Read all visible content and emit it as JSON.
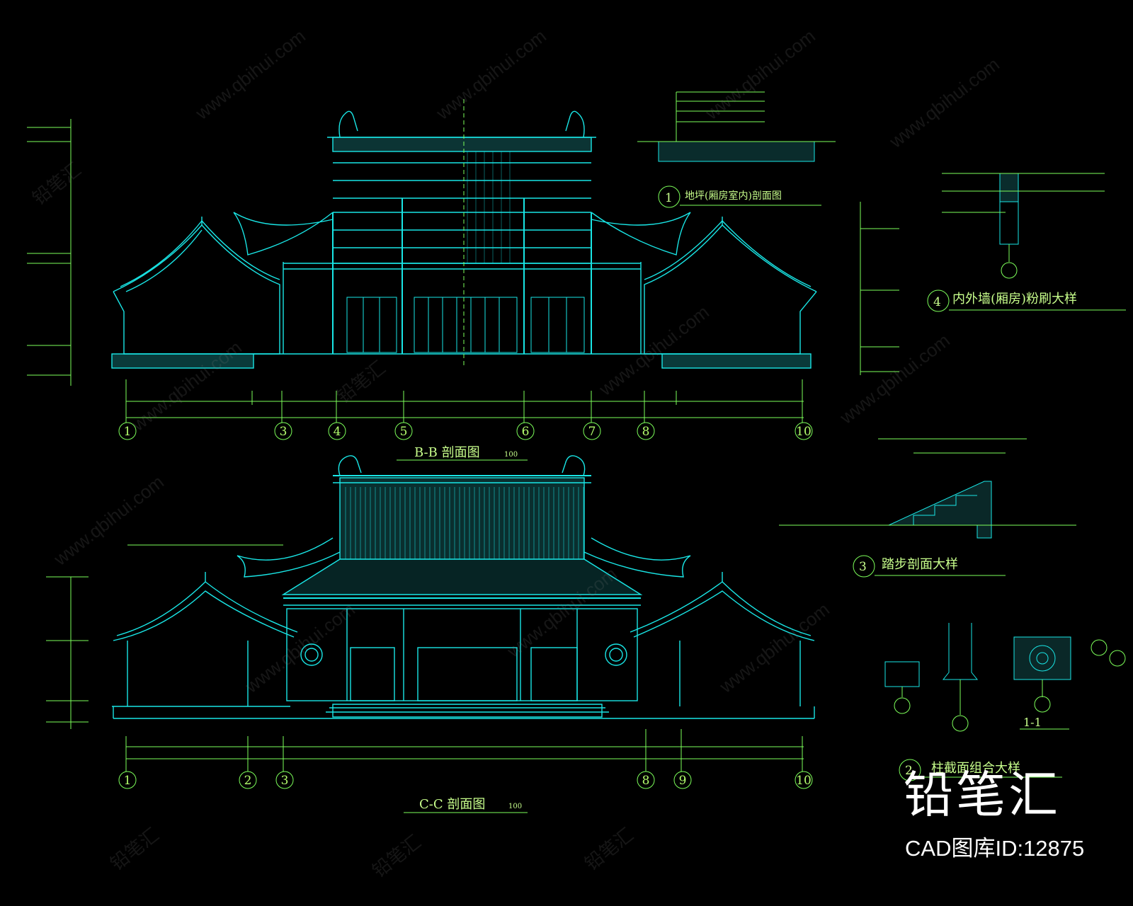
{
  "drawing": {
    "section_bb": {
      "title": "B-B  剖面图",
      "scale": "100"
    },
    "section_cc": {
      "title": "C-C  剖面图",
      "scale": "100"
    },
    "details": [
      {
        "no": "1",
        "title": "地坪(厢房室内)剖面图"
      },
      {
        "no": "4",
        "title": "内外墙(厢房)粉刷大样"
      },
      {
        "no": "3",
        "title": "踏步剖面大样"
      },
      {
        "no": "2",
        "title": "柱截面组合大样"
      }
    ],
    "detail_small_label": "1-1",
    "grid_axes_bb": [
      "1",
      "3",
      "4",
      "5",
      "6",
      "7",
      "8",
      "10"
    ],
    "grid_axes_cc": [
      "1",
      "2",
      "3",
      "8",
      "9",
      "10"
    ]
  },
  "colors": {
    "background": "#000000",
    "cyan": "#19e6e6",
    "green": "#7dff5a",
    "white": "#ffffff"
  },
  "watermark": {
    "brand": "铅笔汇",
    "id_label": "CAD图库ID:12875",
    "tiles": [
      "www.qbihui.com",
      "铅笔汇"
    ]
  }
}
